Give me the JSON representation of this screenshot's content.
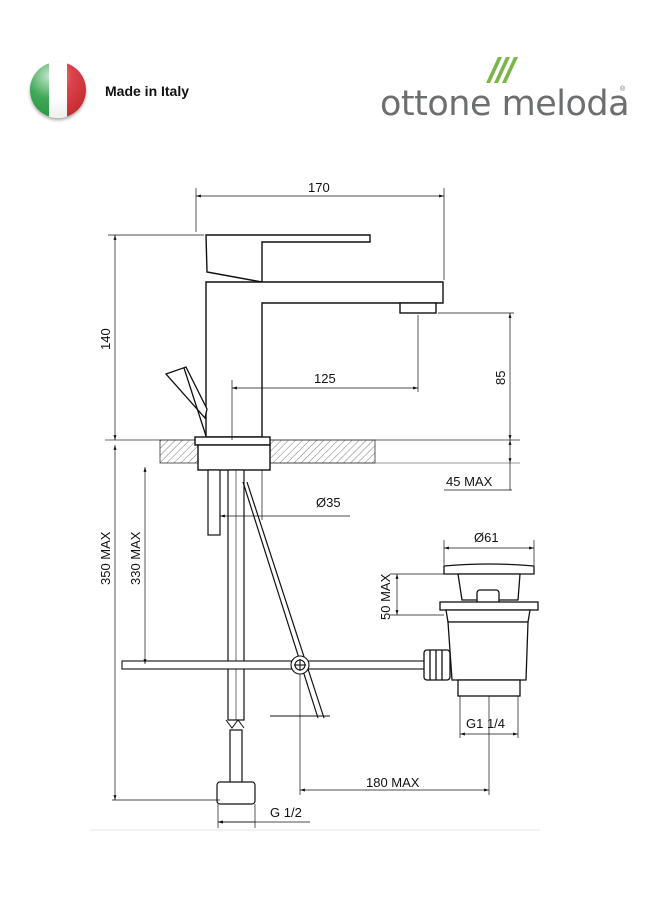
{
  "header": {
    "made_in": "Made in Italy",
    "brand": "ottone meloda",
    "registered": "®",
    "flag_colors": [
      "#1f9a3a",
      "#ffffff",
      "#d2232a"
    ],
    "brand_color": "#6d6e70",
    "logo_color": "#7ab648"
  },
  "dimensions": {
    "width_total": "170",
    "height_spout": "140",
    "reach": "125",
    "spout_clearance": "85",
    "deck_thickness": "45 MAX",
    "hole_diameter": "Ø35",
    "pipe_length_350": "350 MAX",
    "pipe_length_330": "330 MAX",
    "waste_diameter": "Ø61",
    "waste_height": "50 MAX",
    "waste_thread": "G1 1/4",
    "rod_reach": "180 MAX",
    "supply_thread": "G 1/2"
  }
}
